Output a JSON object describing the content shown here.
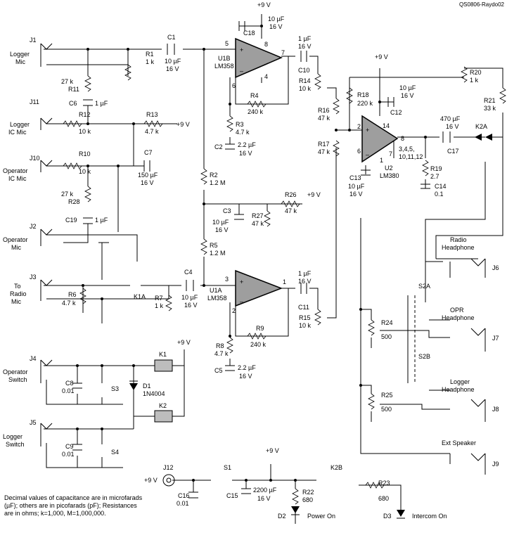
{
  "figure_ref": "QS0806-Raydo02",
  "note": "Decimal values of capacitance are in microfarads (µF); others are in picofarads (pF); Resistances are in ohms; k=1,000, M=1,000,000.",
  "jacks": {
    "j1": "J1",
    "j1_label1": "Logger",
    "j1_label2": "Mic",
    "j11": "J11",
    "j11_label1": "Logger",
    "j11_label2": "IC Mic",
    "j10": "J10",
    "j10_label1": "Operator",
    "j10_label2": "IC Mic",
    "j2": "J2",
    "j2_label1": "Operator",
    "j2_label2": "Mic",
    "j3": "J3",
    "j3_label1": "To",
    "j3_label2": "Radio",
    "j3_label3": "Mic",
    "j4": "J4",
    "j4_label1": "Operator",
    "j4_label2": "Switch",
    "j5": "J5",
    "j5_label1": "Logger",
    "j5_label2": "Switch",
    "j6": "J6",
    "j6_label1": "Radio",
    "j6_label2": "Headphone",
    "j7": "J7",
    "j7_label1": "OPR",
    "j7_label2": "Headphone",
    "j8": "J8",
    "j8_label1": "Logger",
    "j8_label2": "Headphone",
    "j9": "J9",
    "j9_label": "Ext Speaker",
    "j12": "J12"
  },
  "resistors": {
    "r1": "R1",
    "r1v": "1 k",
    "r2": "R2",
    "r2v": "1.2 M",
    "r3": "R3",
    "r3v": "4.7 k",
    "r4": "R4",
    "r4v": "240 k",
    "r5": "R5",
    "r5v": "1.2 M",
    "r6": "R6",
    "r6v": "4.7 k",
    "r7": "R7",
    "r7v": "1 k",
    "r8": "R8",
    "r8v": "4.7 k",
    "r9": "R9",
    "r9v": "240 k",
    "r10": "R10",
    "r10v": "10 k",
    "r11": "R11",
    "r11v": "27 k",
    "r12": "R12",
    "r12v": "10 k",
    "r13": "R13",
    "r13v": "4.7 k",
    "r14": "R14",
    "r14v": "10 k",
    "r15": "R15",
    "r15v": "10 k",
    "r16": "R16",
    "r16v": "47 k",
    "r17": "R17",
    "r17v": "47 k",
    "r18": "R18",
    "r18v": "220 k",
    "r19": "R19",
    "r19v": "2.7",
    "r20": "R20",
    "r20v": "1 k",
    "r21": "R21",
    "r21v": "33 k",
    "r22": "R22",
    "r22v": "680",
    "r23": "R23",
    "r23v": "680",
    "r24": "R24",
    "r24v": "500",
    "r25": "R25",
    "r25v": "500",
    "r26": "R26",
    "r26v": "47 k",
    "r27": "R27",
    "r27v": "47 k",
    "r28": "R28",
    "r28v": "27 k"
  },
  "capacitors": {
    "c1": "C1",
    "c1v1": "10 µF",
    "c1v2": "16 V",
    "c2": "C2",
    "c2v1": "2.2 µF",
    "c2v2": "16 V",
    "c3": "C3",
    "c3v1": "10 µF",
    "c3v2": "16 V",
    "c4": "C4",
    "c4v1": "10 µF",
    "c4v2": "16 V",
    "c5": "C5",
    "c5v1": "2.2 µF",
    "c5v2": "16 V",
    "c6": "C6",
    "c6v": "1 µF",
    "c7": "C7",
    "c7v1": "150 µF",
    "c7v2": "16 V",
    "c8": "C8",
    "c8v": "0.01",
    "c9": "C9",
    "c9v": "0.01",
    "c10": "C10",
    "c10v1": "1 µF",
    "c10v2": "16 V",
    "c11": "C11",
    "c11v1": "1 µF",
    "c11v2": "16 V",
    "c12": "C12",
    "c12v1": "10 µF",
    "c12v2": "16 V",
    "c13": "C13",
    "c13v1": "10 µF",
    "c13v2": "16 V",
    "c14": "C14",
    "c14v": "0.1",
    "c15": "C15",
    "c15v1": "2200 µF",
    "c15v2": "16 V",
    "c16": "C16",
    "c16v": "0.01",
    "c17": "C17",
    "c17v1": "470 µF",
    "c17v2": "16 V",
    "c18": "C18",
    "c18v1": "10 µF",
    "c18v2": "16 V",
    "c19": "C19",
    "c19v": "1 µF"
  },
  "ics": {
    "u1b": "U1B",
    "u1b_part": "LM358",
    "u1a": "U1A",
    "u1a_part": "LM358",
    "u2": "U2",
    "u2_part": "LM380",
    "u2_pins": "3,4,5,",
    "u2_pins2": "10,11,12",
    "pin_plus": "+",
    "pin_minus": "–",
    "p1": "1",
    "p2": "2",
    "p3": "3",
    "p4": "4",
    "p5": "5",
    "p6": "6",
    "p7": "7",
    "p8": "8",
    "p14": "14"
  },
  "relays": {
    "k1": "K1",
    "k2": "K2",
    "k1a": "K1A",
    "k2a": "K2A",
    "k2b": "K2B"
  },
  "switches": {
    "s1": "S1",
    "s2a": "S2A",
    "s2b": "S2B",
    "s3": "S3",
    "s4": "S4"
  },
  "diodes": {
    "d1": "D1",
    "d1_part": "1N4004",
    "d2": "D2",
    "d2_label": "Power On",
    "d3": "D3",
    "d3_label": "Intercom On"
  },
  "supply": {
    "v9": "+9 V",
    "plus": "+"
  }
}
